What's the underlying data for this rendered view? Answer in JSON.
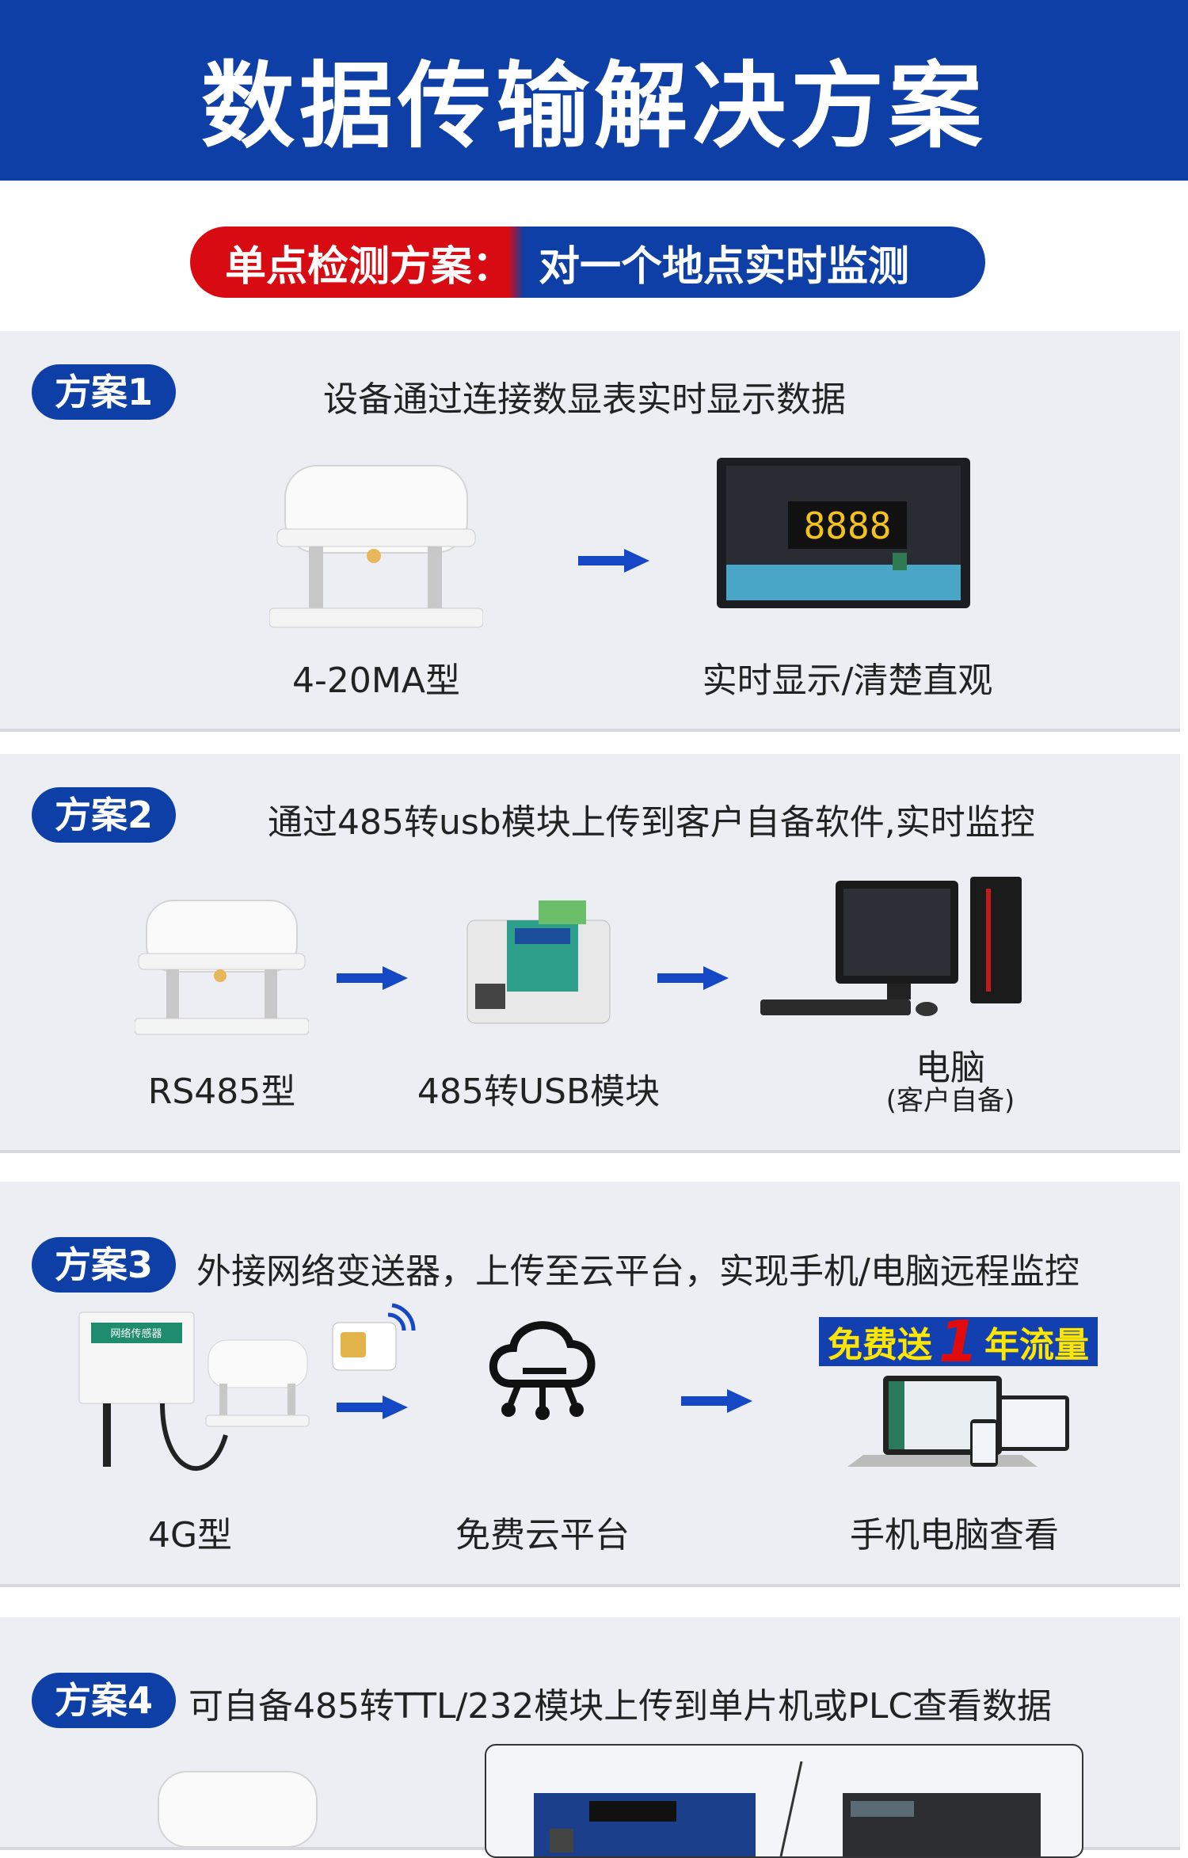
{
  "header": {
    "title": "数据传输解决方案"
  },
  "banner": {
    "left": "单点检测方案：",
    "right": "对一个地点实时监测"
  },
  "plans": [
    {
      "badge": "方案1",
      "desc": "设备通过连接数显表实时显示数据",
      "items": [
        "4-20MA型",
        "实时显示/清楚直观"
      ]
    },
    {
      "badge": "方案2",
      "desc": "通过485转usb模块上传到客户自备软件,实时监控",
      "items": [
        "RS485型",
        "485转USB模块",
        "电脑",
        "(客户自备)"
      ]
    },
    {
      "badge": "方案3",
      "desc": "外接网络变送器，上传至云平台，实现手机/电脑远程监控",
      "items": [
        "4G型",
        "免费云平台",
        "手机电脑查看"
      ],
      "promo": {
        "pre": "免费送",
        "num": "1",
        "post": "年流量"
      },
      "device_label": "网络传感器"
    },
    {
      "badge": "方案4",
      "desc": "可自备485转TTL/232模块上传到单片机或PLC查看数据"
    }
  ],
  "display": {
    "digits": "8888"
  },
  "colors": {
    "brand_blue": "#0d3fa6",
    "brand_red": "#d90b12",
    "panel_bg": "#eceef4"
  }
}
